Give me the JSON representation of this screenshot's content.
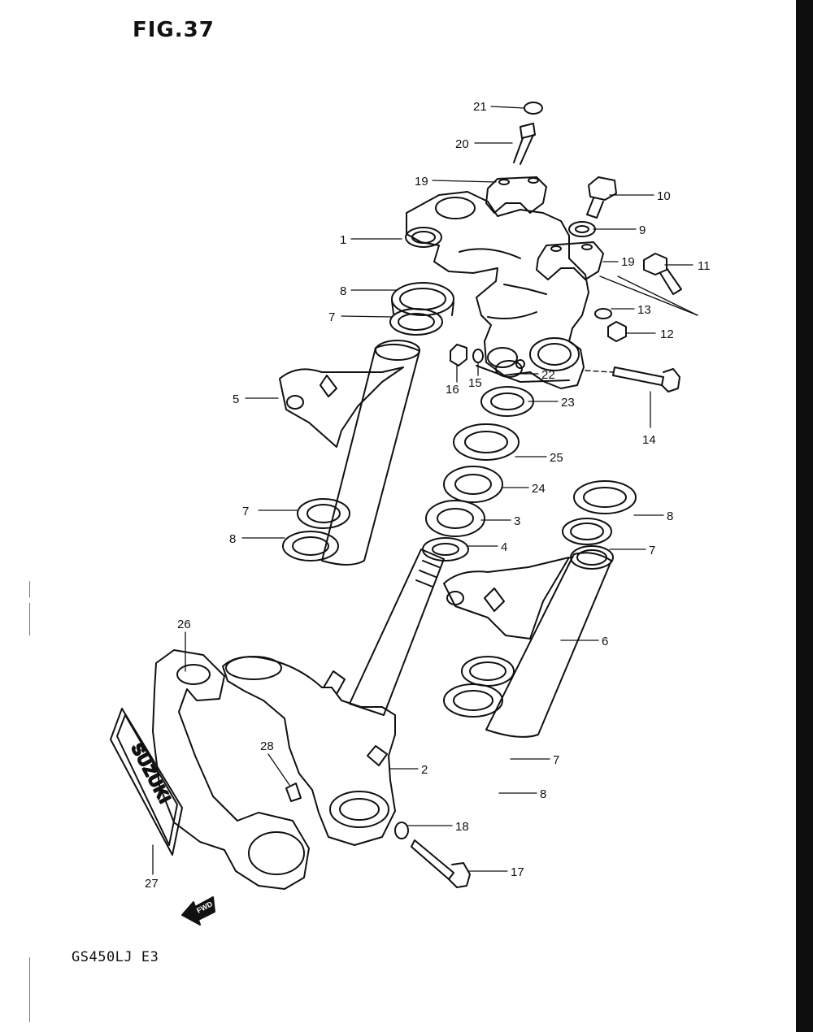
{
  "figure_title": "FIG.37",
  "model_code": "GS450LJ  E3",
  "fwd_label": "FWD",
  "brand_plate_text": "SUZUKI",
  "callouts": [
    {
      "id": "c1",
      "label": "1"
    },
    {
      "id": "c2",
      "label": "2"
    },
    {
      "id": "c3",
      "label": "3"
    },
    {
      "id": "c4",
      "label": "4"
    },
    {
      "id": "c5",
      "label": "5"
    },
    {
      "id": "c6",
      "label": "6"
    },
    {
      "id": "c7a",
      "label": "7"
    },
    {
      "id": "c7b",
      "label": "7"
    },
    {
      "id": "c7c",
      "label": "7"
    },
    {
      "id": "c7d",
      "label": "7"
    },
    {
      "id": "c8a",
      "label": "8"
    },
    {
      "id": "c8b",
      "label": "8"
    },
    {
      "id": "c8c",
      "label": "8"
    },
    {
      "id": "c8d",
      "label": "8"
    },
    {
      "id": "c9",
      "label": "9"
    },
    {
      "id": "c10",
      "label": "10"
    },
    {
      "id": "c11",
      "label": "11"
    },
    {
      "id": "c12",
      "label": "12"
    },
    {
      "id": "c13",
      "label": "13"
    },
    {
      "id": "c14",
      "label": "14"
    },
    {
      "id": "c15",
      "label": "15"
    },
    {
      "id": "c16",
      "label": "16"
    },
    {
      "id": "c17",
      "label": "17"
    },
    {
      "id": "c18",
      "label": "18"
    },
    {
      "id": "c19a",
      "label": "19"
    },
    {
      "id": "c19b",
      "label": "19"
    },
    {
      "id": "c20",
      "label": "20"
    },
    {
      "id": "c21",
      "label": "21"
    },
    {
      "id": "c22",
      "label": "22"
    },
    {
      "id": "c23",
      "label": "23"
    },
    {
      "id": "c24",
      "label": "24"
    },
    {
      "id": "c25",
      "label": "25"
    },
    {
      "id": "c26",
      "label": "26"
    },
    {
      "id": "c27",
      "label": "27"
    },
    {
      "id": "c28",
      "label": "28"
    }
  ]
}
